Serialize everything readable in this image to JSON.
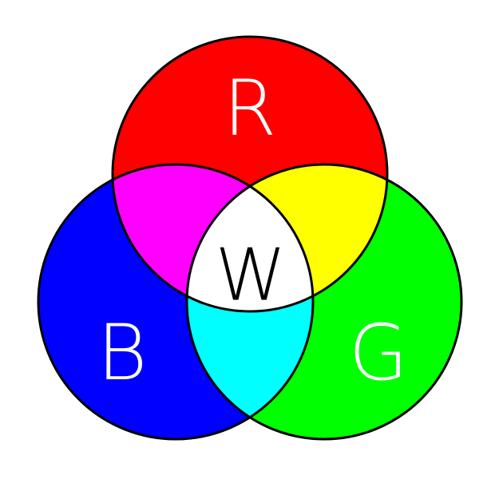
{
  "circles": [
    {
      "id": "red",
      "color": "#ff0000"
    },
    {
      "id": "blue",
      "color": "#0000ff"
    },
    {
      "id": "green",
      "color": "#00ff00"
    }
  ],
  "overlaps": {
    "red_blue": "#ff00ff",
    "red_green": "#ffff00",
    "blue_green": "#00ffff",
    "all": "#ffffff"
  },
  "labels": {
    "red": "R",
    "blue": "B",
    "green": "G",
    "center": "W"
  },
  "label_colors": {
    "red": "#ffffff",
    "blue": "#ffffff",
    "green": "#ffffff",
    "center": "#000000"
  },
  "outline_color": "#000000"
}
